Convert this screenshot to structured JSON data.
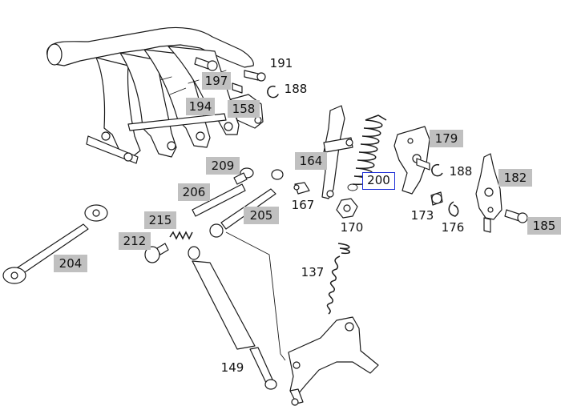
{
  "colors": {
    "label_fill": "#c0c0c0",
    "highlight_border": "#1a2bd6",
    "line": "#1a1a1a",
    "background": "#ffffff"
  },
  "callouts": [
    {
      "id": "191",
      "text": "191",
      "style": "plain"
    },
    {
      "id": "188a",
      "text": "188",
      "style": "plain"
    },
    {
      "id": "197",
      "text": "197",
      "style": "gray"
    },
    {
      "id": "194",
      "text": "194",
      "style": "gray"
    },
    {
      "id": "158",
      "text": "158",
      "style": "gray"
    },
    {
      "id": "164",
      "text": "164",
      "style": "gray"
    },
    {
      "id": "179",
      "text": "179",
      "style": "gray"
    },
    {
      "id": "200",
      "text": "200",
      "style": "highlight"
    },
    {
      "id": "188b",
      "text": "188",
      "style": "plain"
    },
    {
      "id": "182",
      "text": "182",
      "style": "gray"
    },
    {
      "id": "209",
      "text": "209",
      "style": "gray"
    },
    {
      "id": "206",
      "text": "206",
      "style": "gray"
    },
    {
      "id": "167",
      "text": "167",
      "style": "plain"
    },
    {
      "id": "170",
      "text": "170",
      "style": "plain"
    },
    {
      "id": "173",
      "text": "173",
      "style": "plain"
    },
    {
      "id": "176",
      "text": "176",
      "style": "plain"
    },
    {
      "id": "185",
      "text": "185",
      "style": "gray"
    },
    {
      "id": "215",
      "text": "215",
      "style": "gray"
    },
    {
      "id": "205",
      "text": "205",
      "style": "gray"
    },
    {
      "id": "212",
      "text": "212",
      "style": "gray"
    },
    {
      "id": "204",
      "text": "204",
      "style": "gray"
    },
    {
      "id": "137",
      "text": "137",
      "style": "plain"
    },
    {
      "id": "149",
      "text": "149",
      "style": "plain"
    }
  ]
}
